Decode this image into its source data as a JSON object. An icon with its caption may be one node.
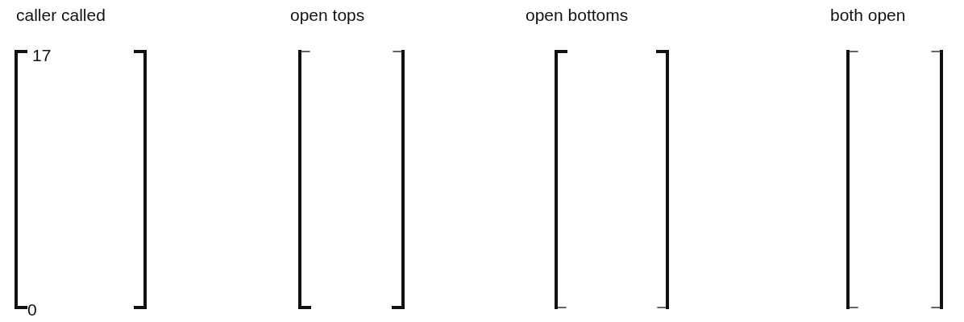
{
  "diagram": {
    "labels": [
      "caller called",
      "open tops",
      "open bottoms",
      "both open",
      "17",
      "0"
    ]
  }
}
